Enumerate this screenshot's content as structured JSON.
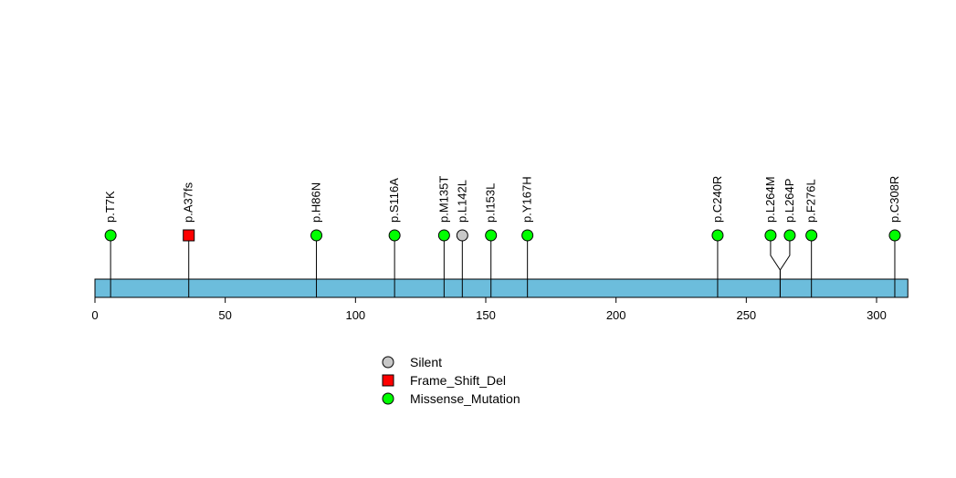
{
  "chart_data": {
    "type": "lollipop",
    "xlim": [
      0,
      312
    ],
    "x_ticks": [
      0,
      50,
      100,
      150,
      200,
      250,
      300
    ],
    "protein_length": 312,
    "bar_color": "#6CBDDC",
    "mutations": [
      {
        "label": "p.T7K",
        "position": 7,
        "type": "Missense_Mutation"
      },
      {
        "label": "p.A37fs",
        "position": 37,
        "type": "Frame_Shift_Del"
      },
      {
        "label": "p.H86N",
        "position": 86,
        "type": "Missense_Mutation"
      },
      {
        "label": "p.S116A",
        "position": 116,
        "type": "Missense_Mutation"
      },
      {
        "label": "p.M135T",
        "position": 135,
        "type": "Missense_Mutation"
      },
      {
        "label": "p.L142L",
        "position": 142,
        "type": "Silent"
      },
      {
        "label": "p.I153L",
        "position": 153,
        "type": "Missense_Mutation"
      },
      {
        "label": "p.Y167H",
        "position": 167,
        "type": "Missense_Mutation"
      },
      {
        "label": "p.C240R",
        "position": 240,
        "type": "Missense_Mutation"
      },
      {
        "label": "p.L264M",
        "position": 264,
        "type": "Missense_Mutation"
      },
      {
        "label": "p.L264P",
        "position": 264,
        "type": "Missense_Mutation"
      },
      {
        "label": "p.F276L",
        "position": 276,
        "type": "Missense_Mutation"
      },
      {
        "label": "p.C308R",
        "position": 308,
        "type": "Missense_Mutation"
      }
    ],
    "legend": [
      {
        "label": "Silent",
        "shape": "circle",
        "color": "#C8C8C8"
      },
      {
        "label": "Frame_Shift_Del",
        "shape": "square",
        "color": "#FF0000"
      },
      {
        "label": "Missense_Mutation",
        "shape": "circle",
        "color": "#00FF00"
      }
    ],
    "legend_placement": "bottom-center"
  }
}
